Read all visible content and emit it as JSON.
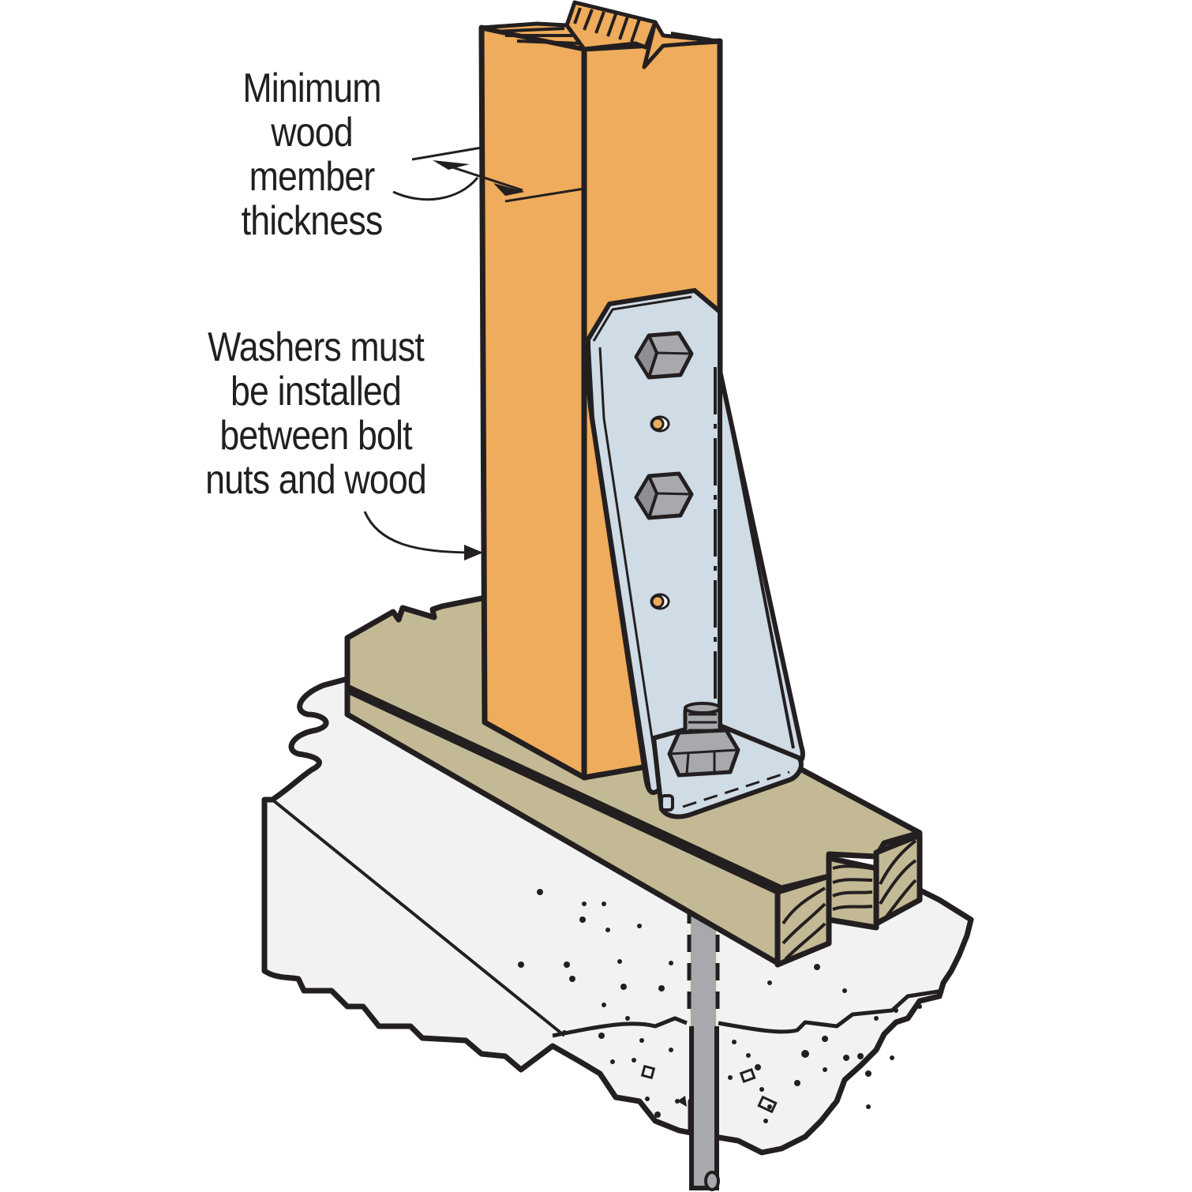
{
  "diagram": {
    "subject": "Wood post anchored to sill plate on concrete foundation with steel hold-down bracket",
    "labels": {
      "thickness": {
        "lines": [
          "Minimum",
          "wood",
          "member",
          "thickness"
        ]
      },
      "washers": {
        "lines": [
          "Washers must",
          "be installed",
          "between bolt",
          "nuts and wood"
        ]
      }
    },
    "components": [
      {
        "name": "wood-post",
        "color": "#eeac5c"
      },
      {
        "name": "sill-plate",
        "color": "#c3b994"
      },
      {
        "name": "steel-bracket",
        "color": "#cfdbe5"
      },
      {
        "name": "hex-bolts",
        "count": 2,
        "color": "#a7a9ac"
      },
      {
        "name": "screw-holes",
        "count": 2
      },
      {
        "name": "anchor-nut",
        "color": "#a7a9ac"
      },
      {
        "name": "anchor-rod",
        "color": "#a7a9ac"
      },
      {
        "name": "concrete-foundation",
        "color": "#f2f2f2"
      }
    ],
    "colors": {
      "outline": "#231f20",
      "background": "#ffffff"
    }
  }
}
